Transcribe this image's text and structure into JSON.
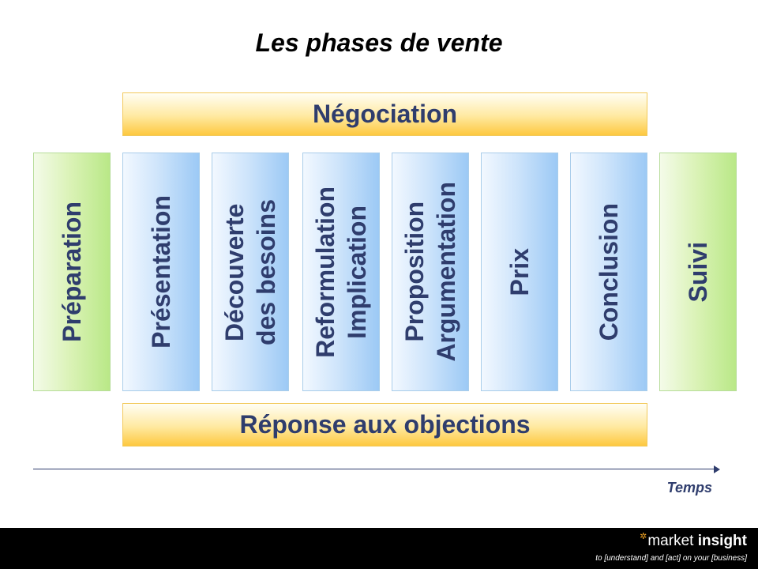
{
  "title": "Les phases de vente",
  "negotiation_band": "Négociation",
  "objections_band": "Réponse aux objections",
  "phases": [
    {
      "lines": [
        "Préparation"
      ],
      "color": "#c3eb93"
    },
    {
      "lines": [
        "Présentation"
      ],
      "color": "#a6cff7"
    },
    {
      "lines": [
        "Découverte",
        "des besoins"
      ],
      "color": "#a6cff7"
    },
    {
      "lines": [
        "Reformulation",
        "Implication"
      ],
      "color": "#a6cff7"
    },
    {
      "lines": [
        "Proposition",
        "Argumentation"
      ],
      "color": "#a6cff7"
    },
    {
      "lines": [
        "Prix"
      ],
      "color": "#a6cff7"
    },
    {
      "lines": [
        "Conclusion"
      ],
      "color": "#a6cff7"
    },
    {
      "lines": [
        "Suivi"
      ],
      "color": "#c3eb93"
    }
  ],
  "axis_label": "Temps",
  "footer": {
    "brand_word1": "market",
    "brand_word2": "insight",
    "tagline": "to [understand] and [act] on your [business]"
  }
}
